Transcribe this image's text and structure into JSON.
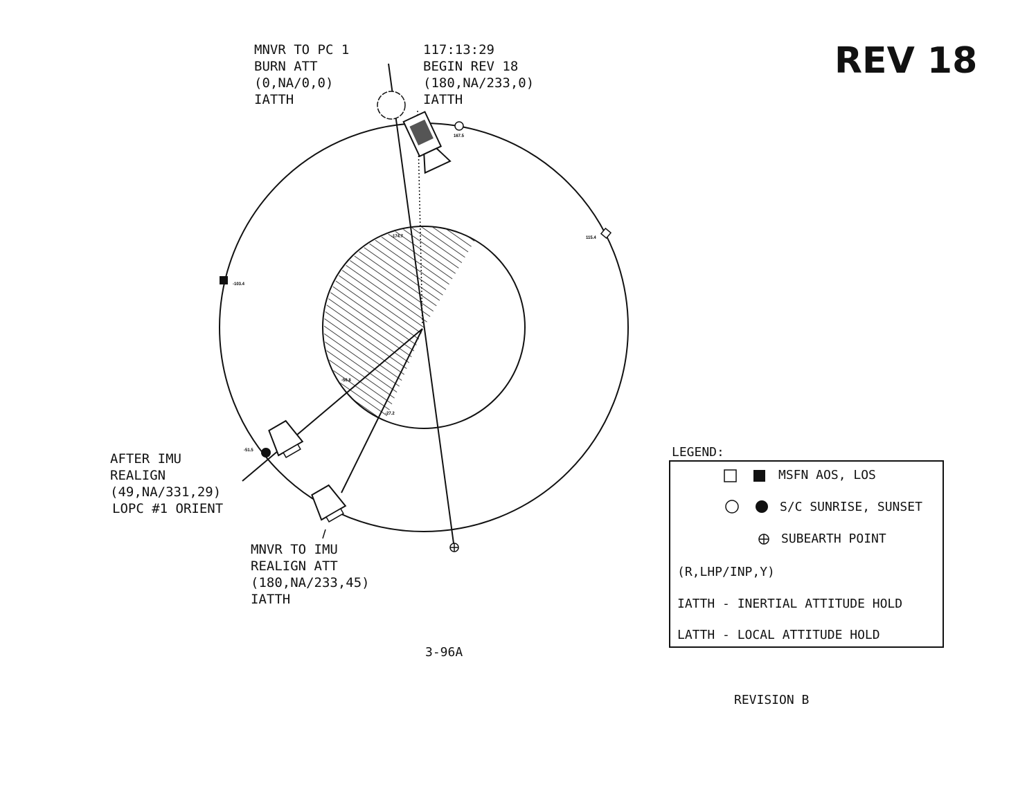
{
  "title": "REV 18",
  "annotations": {
    "mnvr_pc1": [
      "MNVR TO PC 1",
      "BURN ATT",
      "(0,NA/0,0)",
      "IATTH"
    ],
    "begin_rev": [
      "117:13:29",
      "BEGIN REV 18",
      "(180,NA/233,0)",
      "IATTH"
    ],
    "after_imu": [
      "AFTER IMU",
      "REALIGN",
      "(49,NA/331,29)",
      "LOPC #1 ORIENT"
    ],
    "mnvr_imu": [
      "MNVR TO IMU",
      "REALIGN ATT",
      "(180,NA/233,45)",
      "IATTH"
    ]
  },
  "markers": {
    "sunrise": "167.5",
    "aos": "115.4",
    "los": "-103.4",
    "sunset": "-51.5",
    "shadow_entry": "-174.7",
    "shadow_exit_a": "-50.8",
    "shadow_exit_b": "-27.2"
  },
  "legend": {
    "title": "LEGEND:",
    "items": [
      "MSFN AOS, LOS",
      "S/C SUNRISE, SUNSET",
      "SUBEARTH POINT",
      "(R,LHP/INP,Y)",
      "IATTH - INERTIAL ATTITUDE HOLD",
      "LATTH - LOCAL ATTITUDE HOLD"
    ]
  },
  "page_number": "3-96A",
  "revision": "REVISION B"
}
